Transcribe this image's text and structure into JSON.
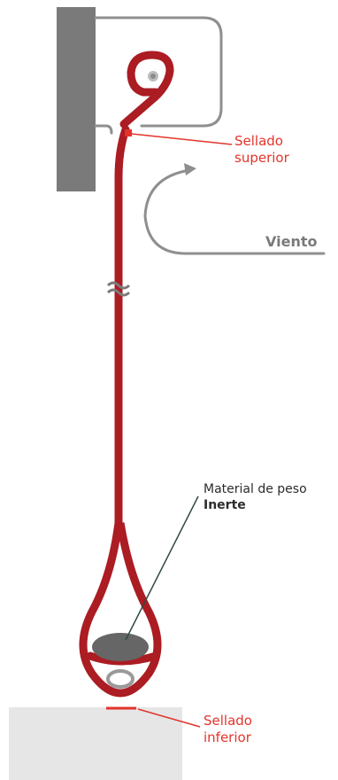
{
  "labels": {
    "top_seal_line1": "Sellado",
    "top_seal_line2": "superior",
    "wind": "Viento",
    "weight_line1": "Material de peso",
    "weight_line2": "Inerte",
    "bottom_seal_line1": "Sellado",
    "bottom_seal_line2": "inferior"
  },
  "colors": {
    "seal": "#ab1c23",
    "seal_dark": "#8f161c",
    "accent_red": "#e3342b",
    "label_red": "#e3342b",
    "wall": "#7a7a7a",
    "outline": "#8f8f8f",
    "weight": "#666666",
    "floor": "#e6e6e6",
    "text_dark": "#2b2b2b",
    "leader_dark": "#2f4a44"
  }
}
